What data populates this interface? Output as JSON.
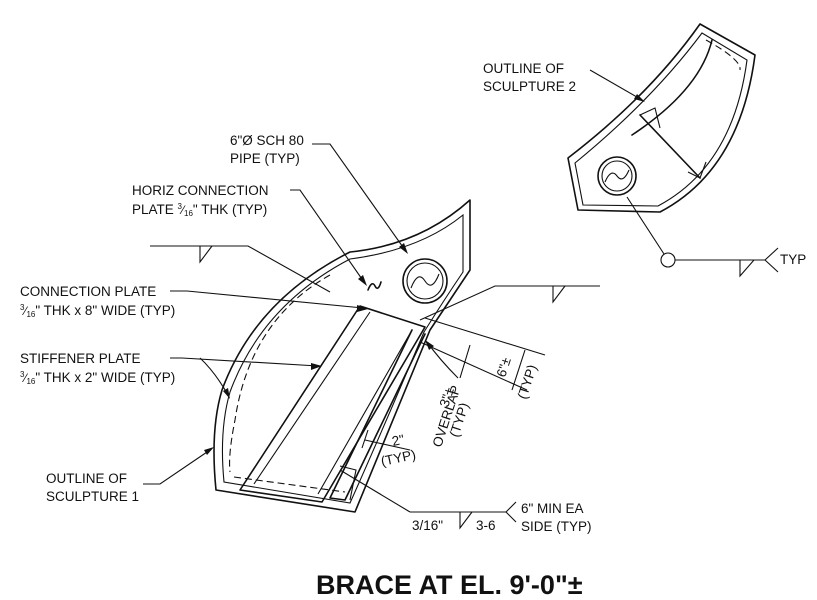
{
  "labels": {
    "outline2_l1": "OUTLINE OF",
    "outline2_l2": "SCULPTURE 2",
    "pipe_l1": "6\"Ø SCH 80",
    "pipe_l2": "PIPE (TYP)",
    "horiz_l1": "HORIZ CONNECTION",
    "horiz_l2_pre": "PLATE ",
    "horiz_l2_post": "\" THK (TYP)",
    "conn_l1": "CONNECTION PLATE",
    "conn_l2_post": "\" THK x 8\" WIDE (TYP)",
    "stiff_l1": "STIFFENER PLATE",
    "stiff_l2_post": "\" THK x 2\" WIDE (TYP)",
    "outline1_l1": "OUTLINE OF",
    "outline1_l2": "SCULPTURE 1",
    "typ": "TYP",
    "dim_6": "6\"±",
    "dim_6_typ": "(TYP)",
    "dim_3": "3\"±",
    "dim_overlap": "OVERLAP",
    "dim_overlap_typ": "(TYP)",
    "dim_2": "2\"",
    "dim_2_typ": "(TYP)",
    "weld_size": "3/16\"",
    "weld_pitch": "3-6",
    "weld_note_l1": "6\" MIN EA",
    "weld_note_l2": "SIDE (TYP)"
  },
  "fraction": {
    "num": "3",
    "den": "16"
  },
  "title": "BRACE AT EL. 9'-0\"±",
  "icons": {
    "pipe": "pipe-section-icon",
    "weld_circle": "weld-all-around-icon",
    "break": "break-line-icon"
  }
}
